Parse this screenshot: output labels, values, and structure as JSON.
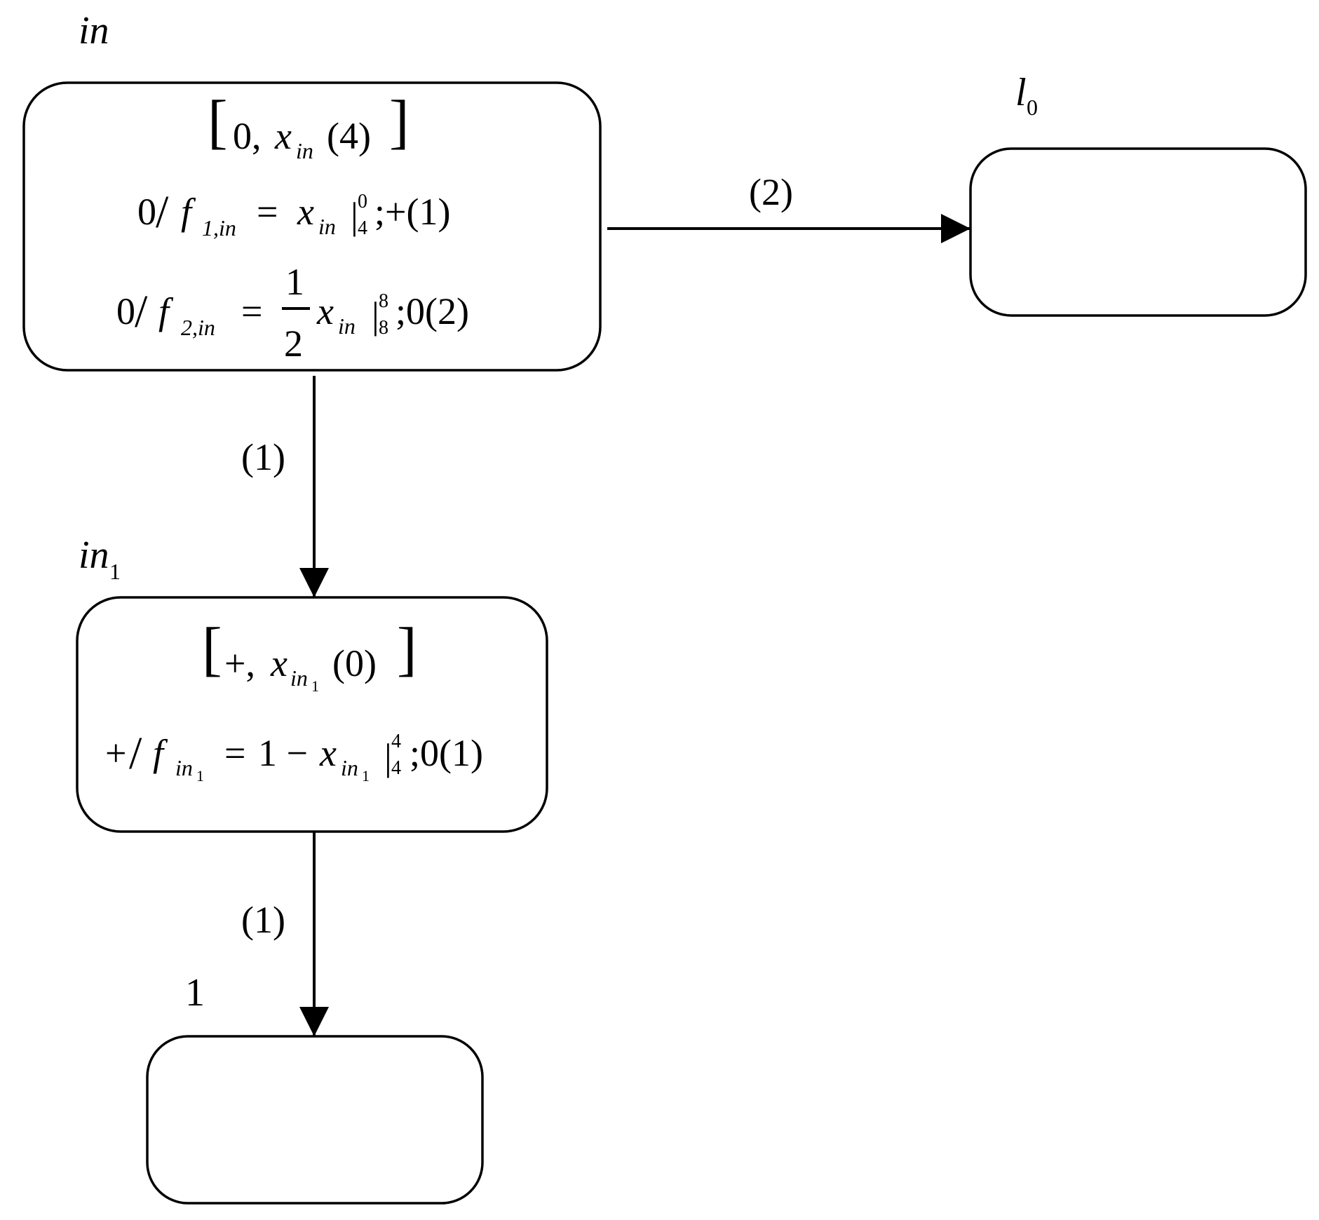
{
  "nodes": {
    "in": {
      "name": "in",
      "range_open": "[",
      "range_close": "]",
      "range_first": "0,",
      "range_var": "x",
      "range_var_sub": "in",
      "range_arg": "(4)",
      "line1": {
        "prefix": "0",
        "slash": "/",
        "func": "f",
        "func_sub": "1,in",
        "eq": "=",
        "var": "x",
        "var_sub": "in",
        "bar": "|",
        "bar_sup": "0",
        "bar_sub": "4",
        "suffix": ";+(1)"
      },
      "line2": {
        "prefix": "0",
        "slash": "/",
        "func": "f",
        "func_sub": "2,in",
        "eq": "=",
        "frac_num": "1",
        "frac_den": "2",
        "var": "x",
        "var_sub": "in",
        "bar": "|",
        "bar_sup": "8",
        "bar_sub": "8",
        "suffix": ";0(2)"
      }
    },
    "l0": {
      "name": "l",
      "name_sub": "0"
    },
    "in1": {
      "name": "in",
      "name_sub": "1",
      "range_open": "[",
      "range_close": "]",
      "range_first": "+,",
      "range_var": "x",
      "range_var_sub": "in",
      "range_var_subsub": "1",
      "range_arg": "(0)",
      "line1": {
        "prefix": "+",
        "slash": "/",
        "func": "f",
        "func_sub": "in",
        "func_subsub": "1",
        "eq": "=",
        "one_minus": "1 −",
        "var": "x",
        "var_sub": "in",
        "var_subsub": "1",
        "bar": "|",
        "bar_sup": "4",
        "bar_sub": "4",
        "suffix": ";0(1)"
      }
    },
    "one": {
      "name": "1"
    }
  },
  "edges": {
    "in_to_l0": "(2)",
    "in_to_in1": "(1)",
    "in1_to_one": "(1)"
  }
}
